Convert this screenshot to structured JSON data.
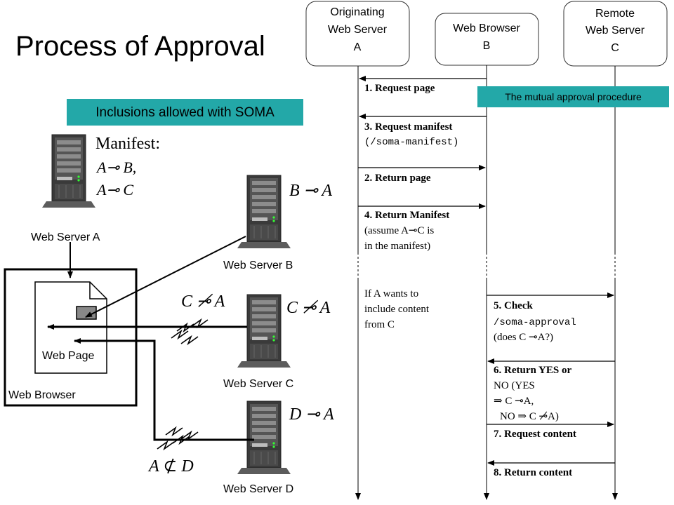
{
  "title": "Process of Approval",
  "left_panel": {
    "tag": "Inclusions allowed with SOMA",
    "manifest": {
      "heading": "Manifest:",
      "line1": "A⊸ B,",
      "line2": "A⊸ C"
    },
    "servers": [
      {
        "label": "Web Server A"
      },
      {
        "label": "Web Server B",
        "relation": "B ⊸ A"
      },
      {
        "label": "Web Server C",
        "relation": "C ⊸̸ A",
        "link_relation": "C ⊸̸ A"
      },
      {
        "label": "Web Server D",
        "relation": "D ⊸ A",
        "link_relation": "A ⊄ D"
      }
    ],
    "web_page_label": "Web Page",
    "browser_label": "Web Browser"
  },
  "right_panel": {
    "tag": "The mutual approval procedure",
    "lifelines": [
      {
        "line1": "Originating",
        "line2": "Web Server",
        "line3": "A"
      },
      {
        "line1": "Web Browser",
        "line2": "B"
      },
      {
        "line1": "Remote",
        "line2": "Web Server",
        "line3": "C"
      }
    ],
    "steps": {
      "s1": "1. Request page",
      "s3a": "3. Request manifest",
      "s3b": "(/soma-manifest)",
      "s2": "2. Return page",
      "s4a": "4. Return Manifest",
      "s4b": "(assume A⊸C is",
      "s4c": "in the manifest)",
      "cond1": "If A wants to",
      "cond2": "include content",
      "cond3": "from C",
      "s5a": "5. Check",
      "s5b": "/soma-approval",
      "s5c": "(does C ⊸A?)",
      "s6a": "6. Return YES or",
      "s6b": "NO (YES",
      "s6c": "⇒ C ⊸A,",
      "s6d": "NO ⇒ C ⊸̸A)",
      "s7": "7. Request content",
      "s8": "8. Return content"
    }
  },
  "colors": {
    "tag": "#23a8a8",
    "server_dark": "#333333",
    "server_mid": "#5a5a5a",
    "server_light": "#9a9a9a",
    "line": "#000000"
  }
}
